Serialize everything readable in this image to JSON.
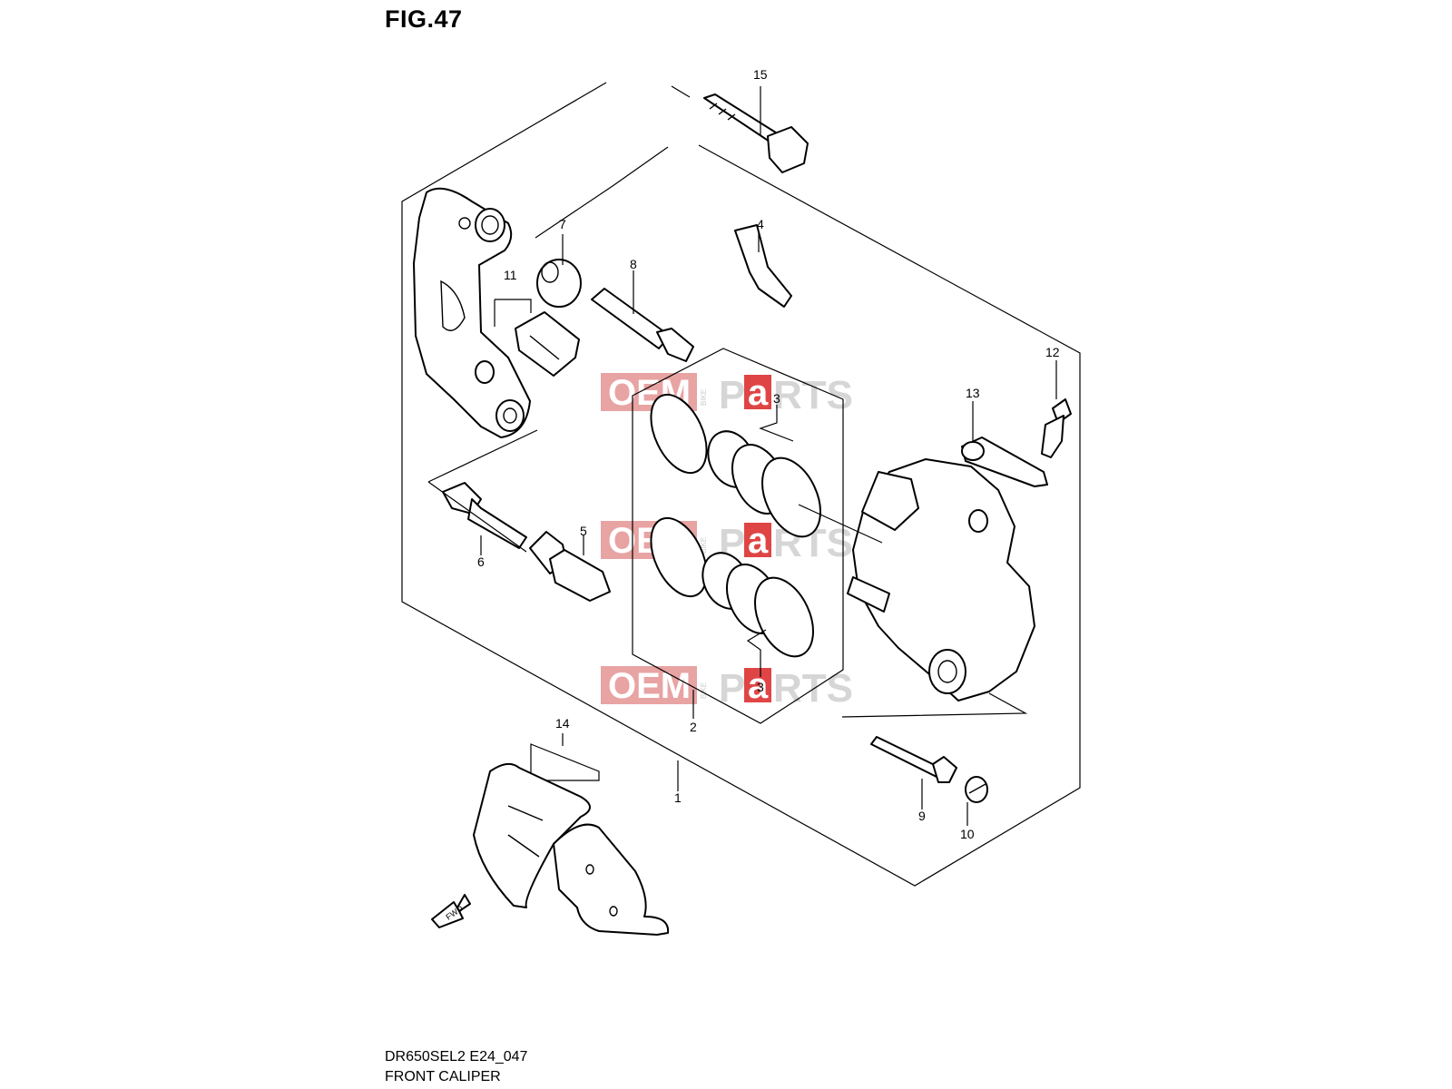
{
  "figure": {
    "title": "FIG.47",
    "model_code": "DR650SEL2 E24_047",
    "name": "FRONT CALIPER"
  },
  "callouts": [
    {
      "id": "c1",
      "label": "1"
    },
    {
      "id": "c2",
      "label": "2"
    },
    {
      "id": "c3a",
      "label": "3"
    },
    {
      "id": "c3b",
      "label": "3"
    },
    {
      "id": "c4",
      "label": "4"
    },
    {
      "id": "c5",
      "label": "5"
    },
    {
      "id": "c6",
      "label": "6"
    },
    {
      "id": "c7",
      "label": "7"
    },
    {
      "id": "c8",
      "label": "8"
    },
    {
      "id": "c9",
      "label": "9"
    },
    {
      "id": "c10",
      "label": "10"
    },
    {
      "id": "c11",
      "label": "11"
    },
    {
      "id": "c12",
      "label": "12"
    },
    {
      "id": "c13",
      "label": "13"
    },
    {
      "id": "c14",
      "label": "14"
    },
    {
      "id": "c15",
      "label": "15"
    }
  ],
  "direction_arrow": {
    "label": "FWD"
  },
  "watermark": {
    "brand": "OEM",
    "side_text": "BIKE",
    "word_left": "P",
    "word_mid": "a",
    "word_right": "RTS",
    "brand_color": "#e8a3a3",
    "accent_color": "#e04545"
  }
}
